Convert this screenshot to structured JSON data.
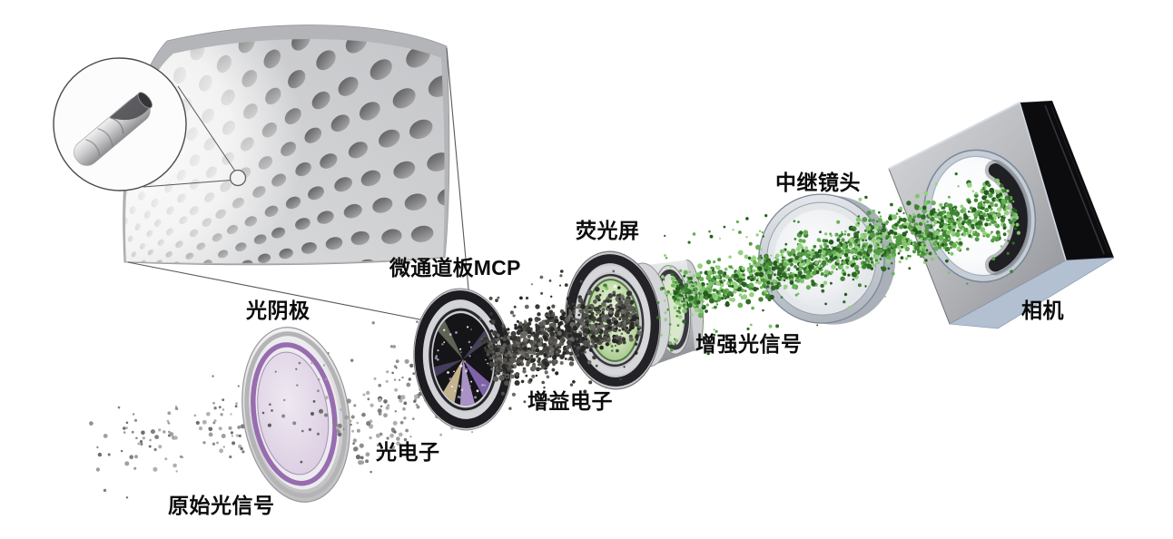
{
  "labels": {
    "original_signal": "原始光信号",
    "photocathode": "光阴极",
    "photoelectron": "光电子",
    "mcp": "微通道板MCP",
    "gain_electrons": "增益电子",
    "phosphor_screen": "荧光屏",
    "enhanced_signal": "增强光信号",
    "relay_lens": "中继镜头",
    "camera": "相机"
  },
  "palettes": {
    "photon_dots": [
      "#6e6e6e",
      "#7f7f7f",
      "#8f8f8f",
      "#a09fa0",
      "#b1b0b1"
    ],
    "electron_dots": [
      "#262624",
      "#333331",
      "#41403d",
      "#4f4e4a",
      "#5c5b56",
      "#6a6964"
    ],
    "green_dots": [
      "#245c1e",
      "#2f6b26",
      "#3f8334",
      "#529a43",
      "#68b055",
      "#82c56e",
      "#95d180"
    ],
    "mcp_sparkles": [
      "#c9c9cf",
      "#9a9ab2",
      "#e6e6ec",
      "#8a8aa0"
    ],
    "phosphor_speckles": [
      "#4f7a3a",
      "#6a9b50",
      "#8cbd6e",
      "#b4d89a",
      "#e9f3dc"
    ],
    "cathode_speckles": [
      "#6f6f71",
      "#8a8a8c",
      "#5d5d5f"
    ]
  },
  "colors": {
    "background": "#ffffff",
    "plate_face_light": "#dcddde",
    "plate_face_dark": "#c5c6c9",
    "plate_rim": "#b4b5b8",
    "hole_dark": "#606062",
    "hole_mid": "#7e7e80",
    "hole_light": "#9e9ea0",
    "purple_ring": "#8f62aa",
    "lavender_face": "#ddd1e3",
    "phosphor_green_rim": "#4e7a3a",
    "phosphor_green_face": "#cde4b8",
    "lens_rim_blue": "#7e8894",
    "camera_side_black": "#0c0c0e",
    "camera_bottom_blue": "#b3c0d2",
    "line_color": "#58585a"
  }
}
